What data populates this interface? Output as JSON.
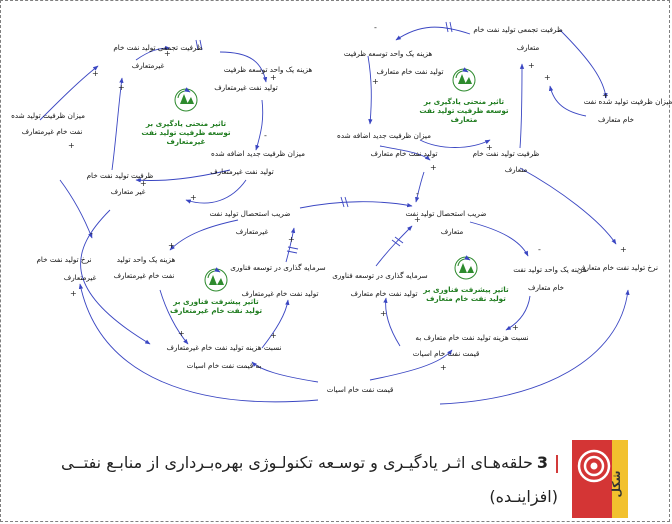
{
  "nodes": [
    {
      "lines": [
        "ظرفیت تجمعی تولید نفت خام",
        "غیرمتعارف"
      ]
    },
    {
      "lines": [
        "هزینه یک واحد توسعه ظرفیت",
        "تولید نفت غیرمتعارف"
      ]
    },
    {
      "lines": [
        "میزان ظرفیت تولید شده",
        "نفت خام غیرمتعارف"
      ]
    },
    {
      "lines": [
        "ظرفیت تولید نفت خام",
        "غیر متعارف"
      ]
    },
    {
      "lines": [
        "میزان ظرفیت جدید اضافه شده",
        "تولید نفت غیرمتعارف"
      ]
    },
    {
      "lines": [
        "ضریب استحصال تولید نفت",
        "غیرمتعارف"
      ]
    },
    {
      "lines": [
        "نرخ تولید نفت خام",
        "غیرمتعارف"
      ]
    },
    {
      "lines": [
        "هزینه یک واحد تولید",
        "نفت خام غیرمتعارف"
      ]
    },
    {
      "lines": [
        "سرمایه گذاری در توسعه فناوری",
        "تولید نفت خام غیرمتعارف"
      ]
    },
    {
      "lines": [
        "نسبت هزینه تولید نفت خام غیرمتعارف",
        "به قیمت نفت خام اسیات"
      ]
    },
    {
      "lines": [
        "قیمت نفت خام اسیات"
      ]
    },
    {
      "lines": [
        "ظرفیت تجمعی تولید نفت خام",
        "متعارف"
      ]
    },
    {
      "lines": [
        "هزینه یک واحد توسعه ظرفیت",
        "تولید نفت خام متعارف"
      ]
    },
    {
      "lines": [
        "میزان ظرفیت تولید شده نفت",
        "خام متعارف"
      ]
    },
    {
      "lines": [
        "میزان ظرفیت جدید اضافه شده",
        "تولید نفت خام متعارف"
      ]
    },
    {
      "lines": [
        "ظرفیت تولید نفت خام",
        "متعارف"
      ]
    },
    {
      "lines": [
        "ضریب استحصال تولید نفت",
        "متعارف"
      ]
    },
    {
      "lines": [
        "نرخ تولید نفت خام متعارف"
      ]
    },
    {
      "lines": [
        "هزینه یک واحد تولید نفت",
        "خام متعارف"
      ]
    },
    {
      "lines": [
        "سرمایه گذاری در توسعه فناوری",
        "تولید نفت خام متعارف"
      ]
    },
    {
      "lines": [
        "نسبت هزینه تولید نفت خام متعارف به",
        "قیمت نفت خام اسیات"
      ]
    }
  ],
  "loops": [
    {
      "lines": [
        "تاثیر منحنی یادگیری بر",
        "توسعه ظرفیت تولید نفت",
        "غیرمتعارف"
      ]
    },
    {
      "lines": [
        "تاثیر پیشرفت فناوری بر",
        "تولید نفت خام غیرمتعارف"
      ]
    },
    {
      "lines": [
        "تاثیر منحنی یادگیری بر",
        "توسعه ظرفیت تولید نفت",
        "متعارف"
      ]
    },
    {
      "lines": [
        "تاثیر پیشرفت فناوری بر",
        "تولید نفت خام متعارف"
      ]
    }
  ],
  "signs": [
    "+",
    "-",
    "+",
    "+",
    "+",
    "+",
    "+",
    "+",
    "-",
    "+",
    "+",
    "+",
    "+",
    "-",
    "+",
    "+",
    "+",
    "+",
    "+",
    "+",
    "+",
    "-",
    "+",
    "+",
    "+",
    "-",
    "+",
    "+"
  ],
  "caption": {
    "number": "3",
    "text": "حلقه‌هـای اثـر یادگیـری و توسـعه تکنولـوژی بهره‌بـرداری از منابـع نفتــی (افزاینـده)"
  },
  "badge": {
    "text": "شکل",
    "bg_color": "#d43535",
    "accent_color": "#f2c12e"
  },
  "colors": {
    "arrow": "#3a46c2",
    "loop_label": "#1e7b1e",
    "icon": "#2e8b2e"
  }
}
